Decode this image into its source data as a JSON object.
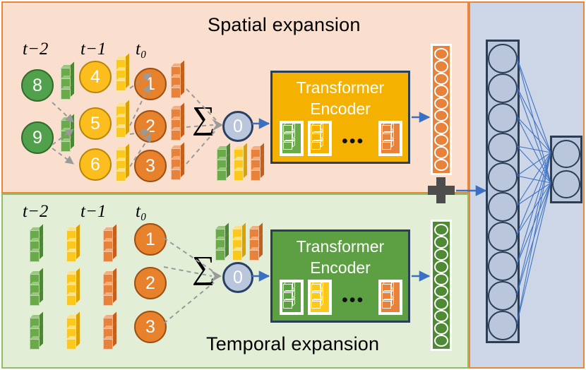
{
  "figure": {
    "panels": {
      "spatial": {
        "title": "Spatial expansion",
        "bg_color": "#fadfce",
        "border_color": "#e8873c",
        "time_labels": [
          "t−2",
          "t−1",
          "t₀"
        ],
        "nodes": [
          {
            "label": "8",
            "color_role": "green"
          },
          {
            "label": "9",
            "color_role": "green"
          },
          {
            "label": "4",
            "color_role": "yellow"
          },
          {
            "label": "5",
            "color_role": "yellow"
          },
          {
            "label": "6",
            "color_role": "yellow"
          },
          {
            "label": "1",
            "color_role": "orange"
          },
          {
            "label": "2",
            "color_role": "orange"
          },
          {
            "label": "3",
            "color_role": "orange"
          }
        ],
        "sum_symbol": "∑",
        "aggregate_node": "0",
        "encoder": {
          "title_line1": "Transformer",
          "title_line2": "Encoder",
          "ellipsis": "•••",
          "color": "#f5b100"
        },
        "embedding_column": {
          "count": 10,
          "color": "#e8813a"
        }
      },
      "temporal": {
        "title": "Temporal expansion",
        "bg_color": "#e2eed6",
        "border_color": "#8cbf6a",
        "time_labels": [
          "t−2",
          "t−1",
          "t₀"
        ],
        "nodes": [
          {
            "label": "1",
            "color_role": "orange"
          },
          {
            "label": "2",
            "color_role": "orange"
          },
          {
            "label": "3",
            "color_role": "orange"
          }
        ],
        "sum_symbol": "∑",
        "aggregate_node": "0",
        "encoder": {
          "title_line1": "Transformer",
          "title_line2": "Encoder",
          "ellipsis": "•••",
          "color": "#5da044"
        },
        "embedding_column": {
          "count": 10,
          "color": "#4e8a34"
        }
      },
      "network": {
        "bg_color": "#ccd6e6",
        "hidden_nodes": 10,
        "output_nodes": 2,
        "connection_color": "#3a6fc4"
      }
    },
    "fusion_symbol": "+",
    "palette": {
      "green": "#51a14c",
      "yellow": "#fcbe1e",
      "orange": "#e8812c",
      "blue_node": "#b9c6dc",
      "arrow_blue": "#3a6fc4",
      "dashed_gray": "#9a9a9a",
      "plus_gray": "#4d4d4d"
    }
  }
}
